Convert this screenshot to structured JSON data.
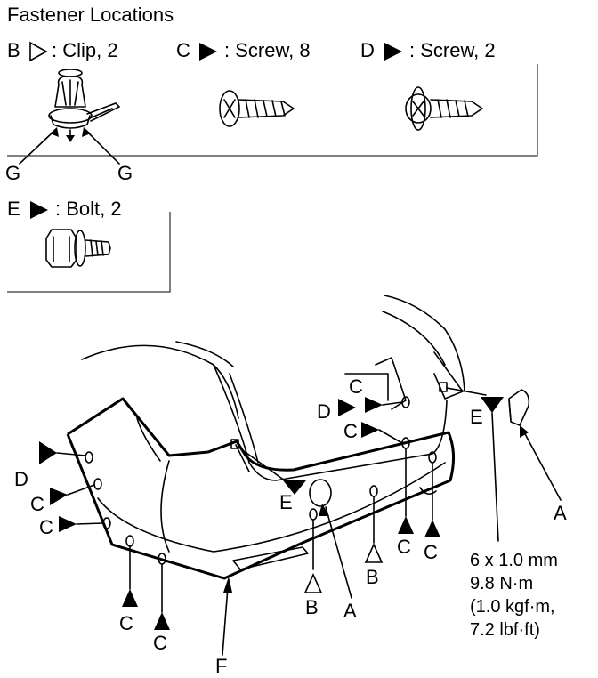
{
  "title": "Fastener Locations",
  "legend": [
    {
      "letter": "B",
      "symbol": "open-triangle-icon",
      "text": ": Clip, 2"
    },
    {
      "letter": "C",
      "symbol": "filled-triangle-icon",
      "text": ": Screw, 8"
    },
    {
      "letter": "D",
      "symbol": "filled-triangle-icon",
      "text": ": Screw, 2"
    },
    {
      "letter": "E",
      "symbol": "filled-triangle-icon",
      "text": ": Bolt, 2"
    }
  ],
  "clip_callouts": [
    "G",
    "G"
  ],
  "callouts": {
    "c_left_1": "C",
    "c_left_2": "C",
    "d_left": "D",
    "c_bottom_1": "C",
    "c_bottom_2": "C",
    "e_left": "E",
    "b_bottom_1": "B",
    "a_bottom": "A",
    "b_bottom_2": "B",
    "c_right_1": "C",
    "c_right_2": "C",
    "f_bottom": "F",
    "c_top_1": "C",
    "d_top": "D",
    "c_top_2": "C",
    "e_right": "E",
    "a_right": "A"
  },
  "torque_spec": [
    "6 x 1.0 mm",
    "9.8 N·m",
    "(1.0 kgf·m,",
    "7.2 lbf·ft)"
  ],
  "colors": {
    "ink": "#000000",
    "paper": "#ffffff"
  }
}
